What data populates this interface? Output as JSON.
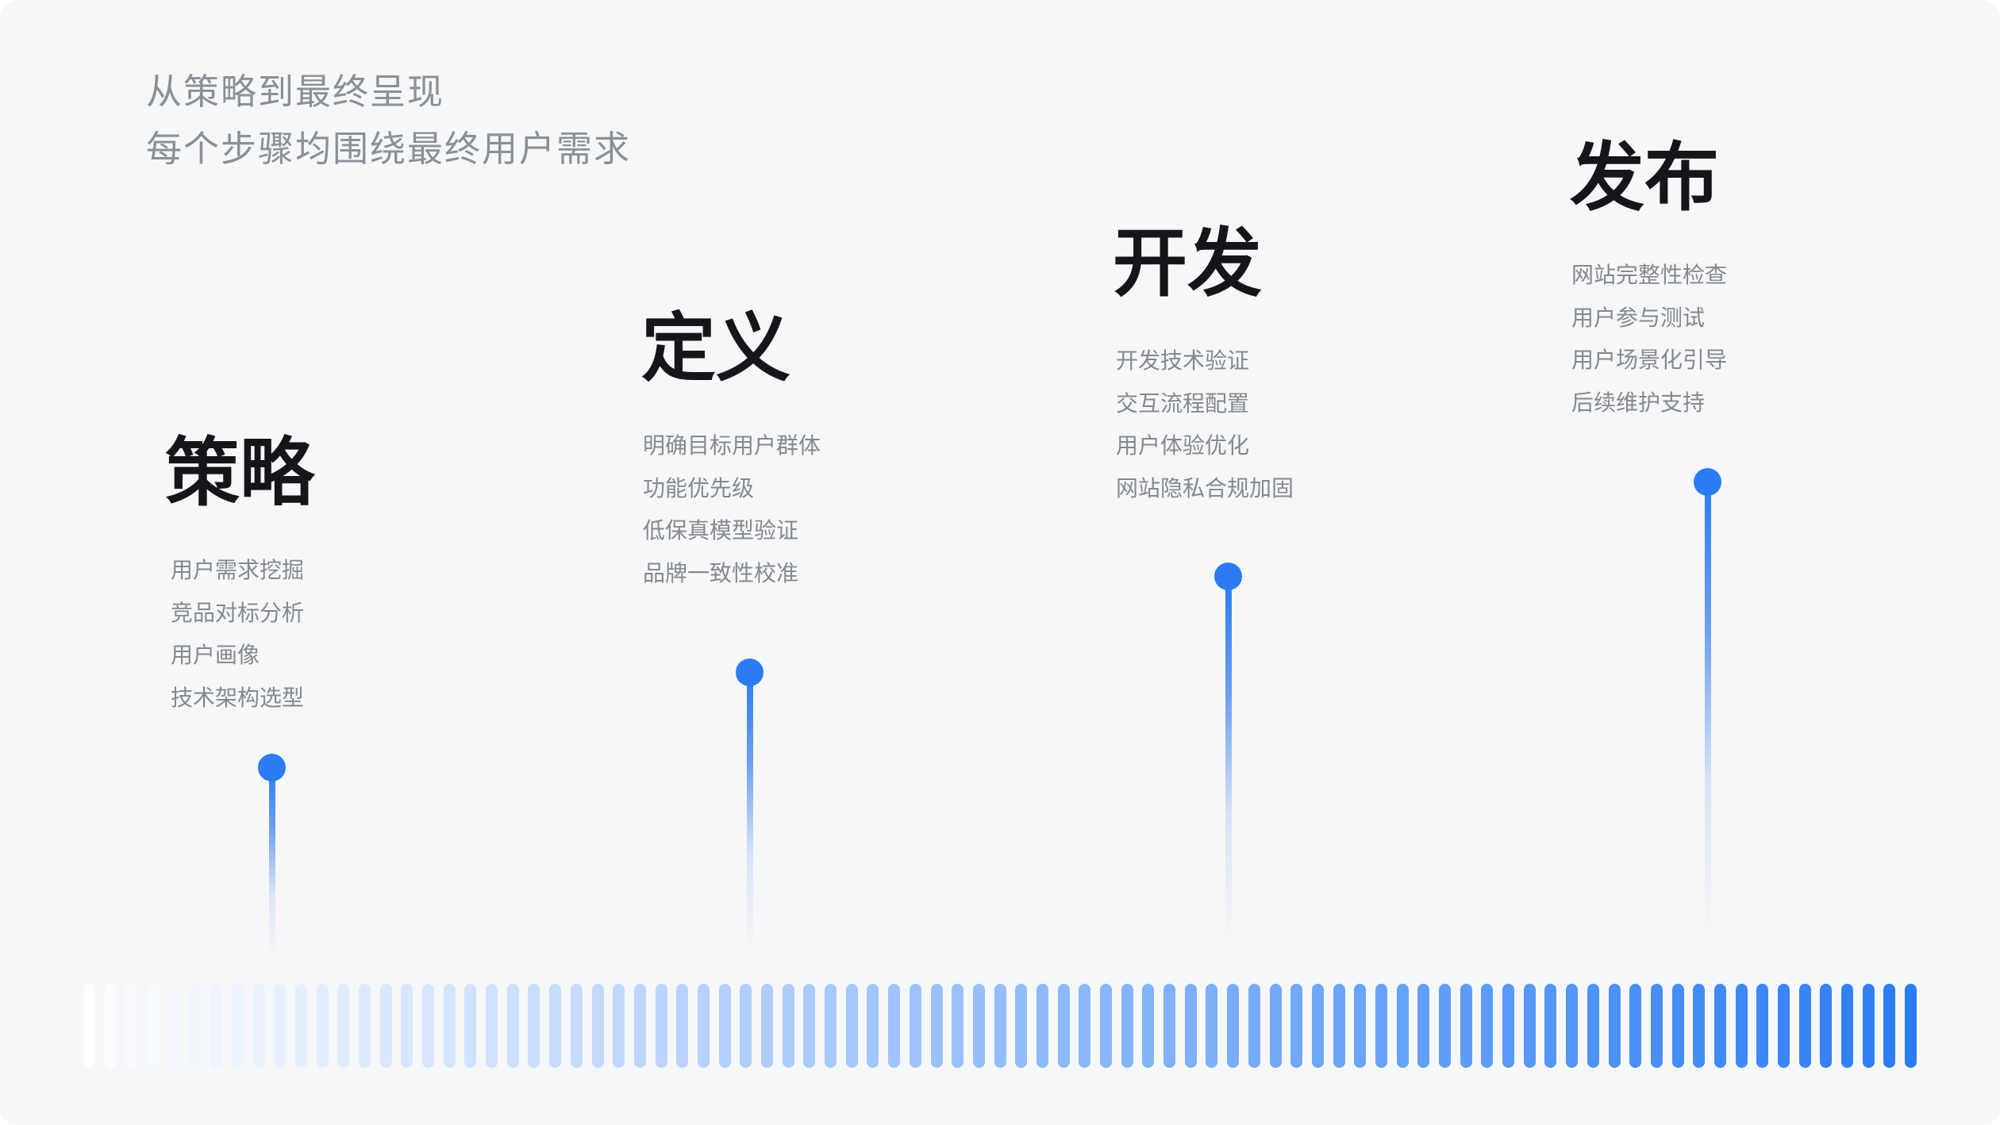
{
  "header": {
    "line1": "从策略到最终呈现",
    "line2": "每个步骤均围绕最终用户需求"
  },
  "stages": [
    {
      "title": "策略",
      "items": [
        "用户需求挖掘",
        "竞品对标分析",
        "用户画像",
        "技术架构选型"
      ]
    },
    {
      "title": "定义",
      "items": [
        "明确目标用户群体",
        "功能优先级",
        "低保真模型验证",
        "品牌一致性校准"
      ]
    },
    {
      "title": "开发",
      "items": [
        "开发技术验证",
        "交互流程配置",
        "用户体验优化",
        "网站隐私合规加固"
      ]
    },
    {
      "title": "发布",
      "items": [
        "网站完整性检查",
        "用户参与测试",
        "用户场景化引导",
        "后续维护支持"
      ]
    }
  ],
  "colors": {
    "accent": "#2B7CF3",
    "timeline_start": "#FDFDFF",
    "timeline_end": "#2B7DF5"
  },
  "timeline": {
    "bar_count": 87
  }
}
